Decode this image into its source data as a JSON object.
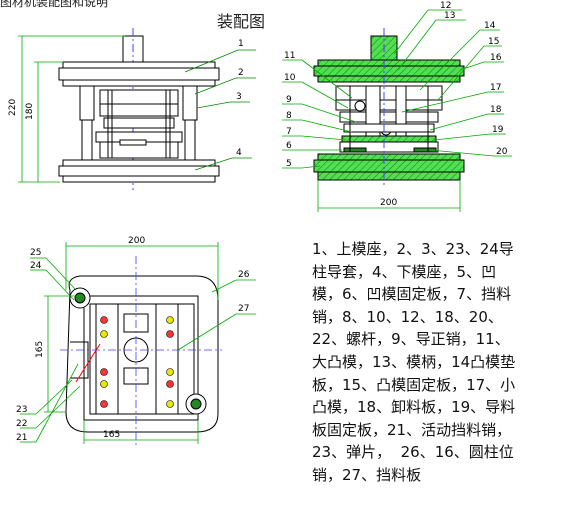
{
  "title": "装配图",
  "corner_text": "图材机装配图和说明",
  "legend": "1、上模座，2、3、23、24导柱导套，4、下模座，5、凹模，6、凹模固定板，7、挡料销，8、10、12、18、20、22、螺杆，9、导正销，11、大凸模，13、模柄，14凸模垫板，15、凸模固定板，17、小凸模，18、卸料板，19、导料板固定板，21、活动挡料销，23、弹片，  26、16、圆柱位销，27、挡料板",
  "front_view": {
    "dim_overall_height": "220",
    "dim_inner_height": "180",
    "callouts": [
      "1",
      "2",
      "3",
      "4"
    ]
  },
  "section_view": {
    "dim_width": "200",
    "callouts": [
      "11",
      "10",
      "9",
      "8",
      "7",
      "6",
      "5",
      "12",
      "13",
      "14",
      "15",
      "16",
      "17",
      "18",
      "19",
      "20"
    ]
  },
  "top_view": {
    "dim_top_width": "200",
    "dim_bottom_width": "165",
    "dim_side_height": "165",
    "callouts": [
      "25",
      "24",
      "26",
      "27",
      "23",
      "22",
      "21"
    ]
  },
  "colors": {
    "line": "#000000",
    "dimension": "#00aa00",
    "centerline": "#4040ff",
    "leader_red": "#ff0000",
    "section_fill": "#55dd55",
    "hatch": "#008800",
    "pin_red": "#ff3333",
    "pin_yellow": "#e8e800"
  }
}
